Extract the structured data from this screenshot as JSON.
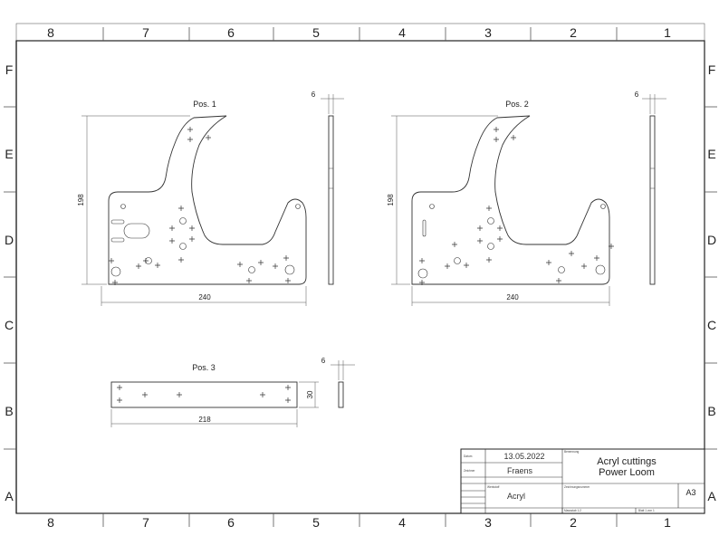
{
  "border": {
    "columns": [
      "8",
      "7",
      "6",
      "5",
      "4",
      "3",
      "2",
      "1"
    ],
    "rows": [
      "F",
      "E",
      "D",
      "C",
      "B",
      "A"
    ]
  },
  "parts": {
    "pos1": {
      "label": "Pos. 1",
      "width": "240",
      "height": "198",
      "thickness": "6"
    },
    "pos2": {
      "label": "Pos. 2",
      "width": "240",
      "height": "198",
      "thickness": "6"
    },
    "pos3": {
      "label": "Pos. 3",
      "width": "218",
      "height": "30",
      "thickness": "6"
    }
  },
  "title_block": {
    "date_label": "Datum",
    "date": "13.05.2022",
    "author_label": "Zeichner",
    "author": "Fraens",
    "title_label": "Benennung",
    "title_line1": "Acryl cuttings",
    "title_line2": "Power Loom",
    "material_label": "Werkstoff",
    "material": "Acryl",
    "drawing_no_label": "Zeichnungsnummer",
    "format": "A3",
    "scale_label": "Massstab 1:2",
    "sheet_label": "Blatt 1 von 1"
  }
}
